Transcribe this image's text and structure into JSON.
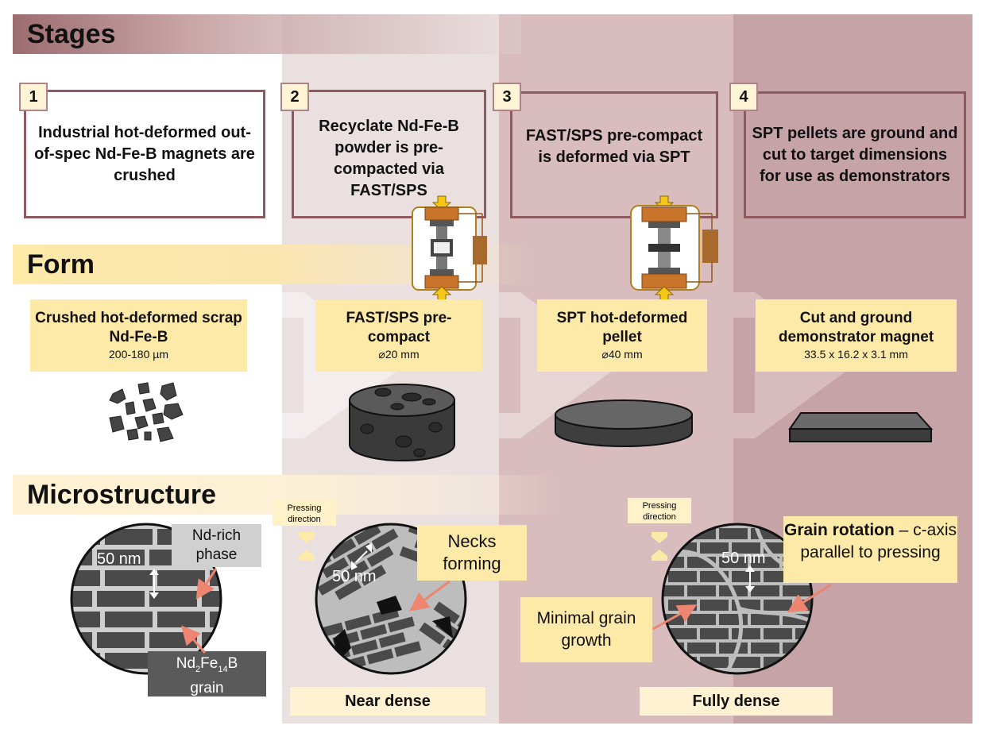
{
  "bands": {
    "stages": "Stages",
    "form": "Form",
    "microstructure": "Microstructure"
  },
  "steps": [
    {
      "num": "1",
      "text": "Industrial hot-deformed out-of-spec Nd-Fe-B magnets are crushed"
    },
    {
      "num": "2",
      "text": "Recyclate Nd-Fe-B powder is pre-compacted via FAST/SPS"
    },
    {
      "num": "3",
      "text": "FAST/SPS pre-compact is deformed via SPT"
    },
    {
      "num": "4",
      "text": "SPT pellets are ground and cut to target dimensions for use as demonstrators"
    }
  ],
  "forms": [
    {
      "title": "Crushed hot-deformed scrap Nd-Fe-B",
      "sub": "200-180 µm"
    },
    {
      "title": "FAST/SPS pre-compact",
      "sub": "⌀20 mm"
    },
    {
      "title": "SPT hot-deformed pellet",
      "sub": "⌀40 mm"
    },
    {
      "title": "Cut and ground demonstrator magnet",
      "sub": "33.5 x 16.2 x 3.1 mm"
    }
  ],
  "micro": {
    "scale": "50 nm",
    "nd_rich": "Nd-rich phase",
    "grain_pre": "Nd",
    "grain_sub1": "2",
    "grain_mid": "Fe",
    "grain_sub2": "14",
    "grain_post": "B",
    "grain_word": "grain",
    "pressing": "Pressing direction",
    "necks": "Necks forming",
    "minimal": "Minimal grain growth",
    "rotation_bold": "Grain rotation",
    "rotation_rest": " – c-axis parallel to pressing",
    "near_dense": "Near dense",
    "fully_dense": "Fully dense"
  },
  "colors": {
    "col2": "#ebe0e0",
    "col3": "#d8bcbe",
    "col4": "#c6a3a6",
    "stage_band": "#9c6d70",
    "label_yellow": "#fde9a8",
    "arrow_salmon": "#ee8570"
  }
}
